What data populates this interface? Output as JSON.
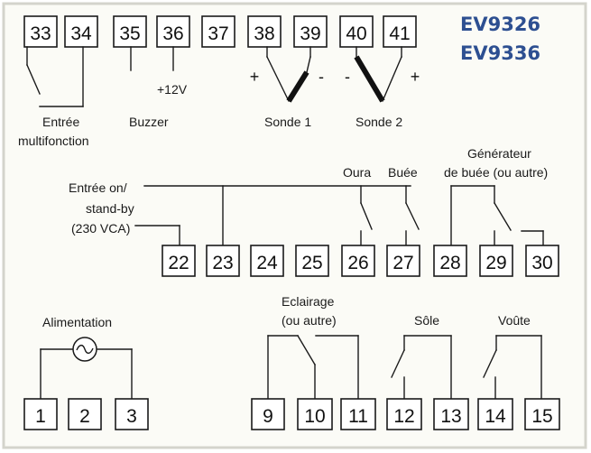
{
  "models": [
    "EV9326",
    "EV9336"
  ],
  "terminals_top": [
    "33",
    "34",
    "35",
    "36",
    "37",
    "38",
    "39",
    "40",
    "41"
  ],
  "terminals_mid": [
    "22",
    "23",
    "24",
    "25",
    "26",
    "27",
    "28",
    "29",
    "30"
  ],
  "terminals_bottom": [
    "1",
    "2",
    "3",
    "9",
    "10",
    "11",
    "12",
    "13",
    "14",
    "15"
  ],
  "labels": {
    "entree_multifonction_1": "Entrée",
    "entree_multifonction_2": "multifonction",
    "buzzer": "Buzzer",
    "plus12v": "+12V",
    "sonde1": "Sonde 1",
    "sonde2": "Sonde 2",
    "onstandby_1": "Entrée on/",
    "onstandby_2": "stand-by",
    "onstandby_3": "(230 VCA)",
    "oura": "Oura",
    "buee": "Buée",
    "generateur_1": "Générateur",
    "generateur_2": "de buée (ou autre)",
    "alimentation": "Alimentation",
    "eclairage_1": "Eclairage",
    "eclairage_2": "(ou autre)",
    "sole": "Sôle",
    "voute": "Voûte"
  },
  "probe_signs": {
    "s1_plus": "+",
    "s1_minus": "-",
    "s2_minus": "-",
    "s2_plus": "+"
  },
  "colors": {
    "model": "#2d4f91",
    "line": "#1a1a1a"
  }
}
